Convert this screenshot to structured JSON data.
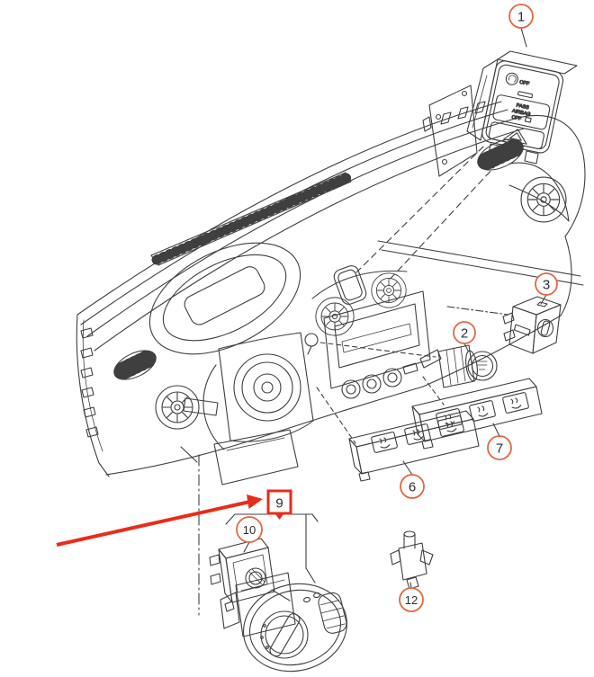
{
  "diagram": {
    "callouts": [
      {
        "num": "1",
        "style": "circle"
      },
      {
        "num": "2",
        "style": "circle"
      },
      {
        "num": "3",
        "style": "circle"
      },
      {
        "num": "6",
        "style": "circle"
      },
      {
        "num": "7",
        "style": "circle"
      },
      {
        "num": "9",
        "style": "red-box"
      },
      {
        "num": "10",
        "style": "circle"
      },
      {
        "num": "12",
        "style": "circle"
      }
    ],
    "airbag_switch_labels": {
      "top": "OFF",
      "line1": "PASS",
      "line2": "AIRBAG",
      "line3": "OFF"
    },
    "colors": {
      "line": "#3f3f3f",
      "callout_ring": "#e0693f",
      "highlight_red": "#e82c1a",
      "background": "#ffffff"
    }
  }
}
